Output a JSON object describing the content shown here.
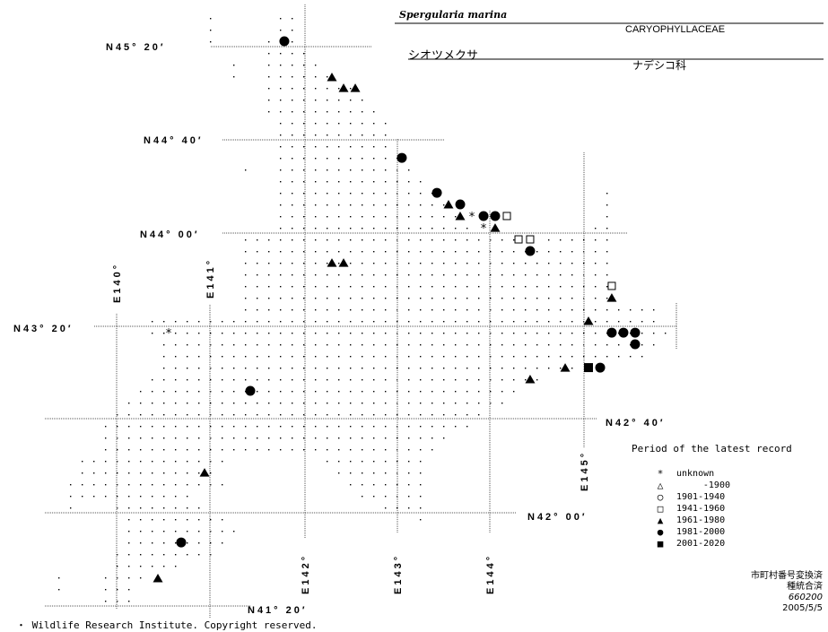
{
  "header": {
    "scientific_name": "Spergularia marina",
    "family_latin": "CARYOPHYLLACEAE",
    "japanese_name": "シオツメクサ",
    "family_japanese": "ナデシコ科"
  },
  "map": {
    "lat_labels": [
      "N45° 20′",
      "N44° 40′",
      "N44° 00′",
      "N43° 20′",
      "N42° 40′",
      "N42° 00′",
      "N41° 20′"
    ],
    "lon_labels": [
      "E140°",
      "E141°",
      "E142°",
      "E143°",
      "E144°",
      "E145°"
    ],
    "records": [
      {
        "period": "1981-2000",
        "lon": 141.808,
        "lat": 45.372
      },
      {
        "period": "1961-1980",
        "lon": 142.321,
        "lat": 45.115
      },
      {
        "period": "1961-1980",
        "lon": 142.447,
        "lat": 45.038
      },
      {
        "period": "1961-1980",
        "lon": 142.573,
        "lat": 45.038
      },
      {
        "period": "1981-2000",
        "lon": 143.075,
        "lat": 44.538
      },
      {
        "period": "1981-2000",
        "lon": 143.453,
        "lat": 44.288
      },
      {
        "period": "1961-1980",
        "lon": 143.578,
        "lat": 44.205
      },
      {
        "period": "1981-2000",
        "lon": 143.704,
        "lat": 44.205
      },
      {
        "period": "1961-1980",
        "lon": 143.704,
        "lat": 44.122
      },
      {
        "period": "unknown",
        "lon": 143.83,
        "lat": 44.122
      },
      {
        "period": "1981-2000",
        "lon": 143.956,
        "lat": 44.122
      },
      {
        "period": "1981-2000",
        "lon": 144.081,
        "lat": 44.122
      },
      {
        "period": "1941-1960",
        "lon": 144.207,
        "lat": 44.122
      },
      {
        "period": "unknown",
        "lon": 143.956,
        "lat": 44.038
      },
      {
        "period": "1961-1980",
        "lon": 144.081,
        "lat": 44.038
      },
      {
        "period": "1941-1960",
        "lon": 144.333,
        "lat": 43.955
      },
      {
        "period": "1941-1960",
        "lon": 144.458,
        "lat": 43.955
      },
      {
        "period": "1981-2000",
        "lon": 144.458,
        "lat": 43.872
      },
      {
        "period": "1961-1980",
        "lon": 142.321,
        "lat": 43.788
      },
      {
        "period": "1961-1980",
        "lon": 142.447,
        "lat": 43.788
      },
      {
        "period": "1941-1960",
        "lon": 145.338,
        "lat": 43.622
      },
      {
        "period": "1961-1980",
        "lon": 145.338,
        "lat": 43.538
      },
      {
        "period": "unknown",
        "lon": 140.561,
        "lat": 43.288
      },
      {
        "period": "1961-1980",
        "lon": 145.087,
        "lat": 43.372
      },
      {
        "period": "1981-2000",
        "lon": 145.338,
        "lat": 43.288
      },
      {
        "period": "1981-2000",
        "lon": 145.464,
        "lat": 43.288
      },
      {
        "period": "1981-2000",
        "lon": 145.59,
        "lat": 43.288
      },
      {
        "period": "1981-2000",
        "lon": 145.59,
        "lat": 43.205
      },
      {
        "period": "1961-1980",
        "lon": 144.836,
        "lat": 43.038
      },
      {
        "period": "2001-2020",
        "lon": 145.087,
        "lat": 43.038
      },
      {
        "period": "1981-2000",
        "lon": 145.213,
        "lat": 43.038
      },
      {
        "period": "1961-1980",
        "lon": 144.458,
        "lat": 42.955
      },
      {
        "period": "1981-2000",
        "lon": 141.441,
        "lat": 42.872
      },
      {
        "period": "1961-1980",
        "lon": 140.948,
        "lat": 42.288
      },
      {
        "period": "1981-2000",
        "lon": 140.696,
        "lat": 41.788
      },
      {
        "period": "1961-1980",
        "lon": 140.445,
        "lat": 41.532
      }
    ]
  },
  "legend": {
    "title": "Period of the latest record",
    "items": [
      {
        "symbol": "asterisk",
        "glyph": "*",
        "label": "unknown"
      },
      {
        "symbol": "open-triangle",
        "glyph": "△",
        "label": "-1900"
      },
      {
        "symbol": "open-circle",
        "glyph": "○",
        "label": "1901-1940"
      },
      {
        "symbol": "open-square",
        "glyph": "□",
        "label": "1941-1960"
      },
      {
        "symbol": "filled-triangle",
        "glyph": "▲",
        "label": "1961-1980"
      },
      {
        "symbol": "filled-circle",
        "glyph": "●",
        "label": "1981-2000"
      },
      {
        "symbol": "filled-square",
        "glyph": "■",
        "label": "2001-2020"
      }
    ]
  },
  "notes": {
    "line1": "市町村番号変換済",
    "line2": "種統合済",
    "code": "660200",
    "date": "2005/5/5"
  },
  "copyright": "・ Wildlife Research Institute. Copyright reserved."
}
